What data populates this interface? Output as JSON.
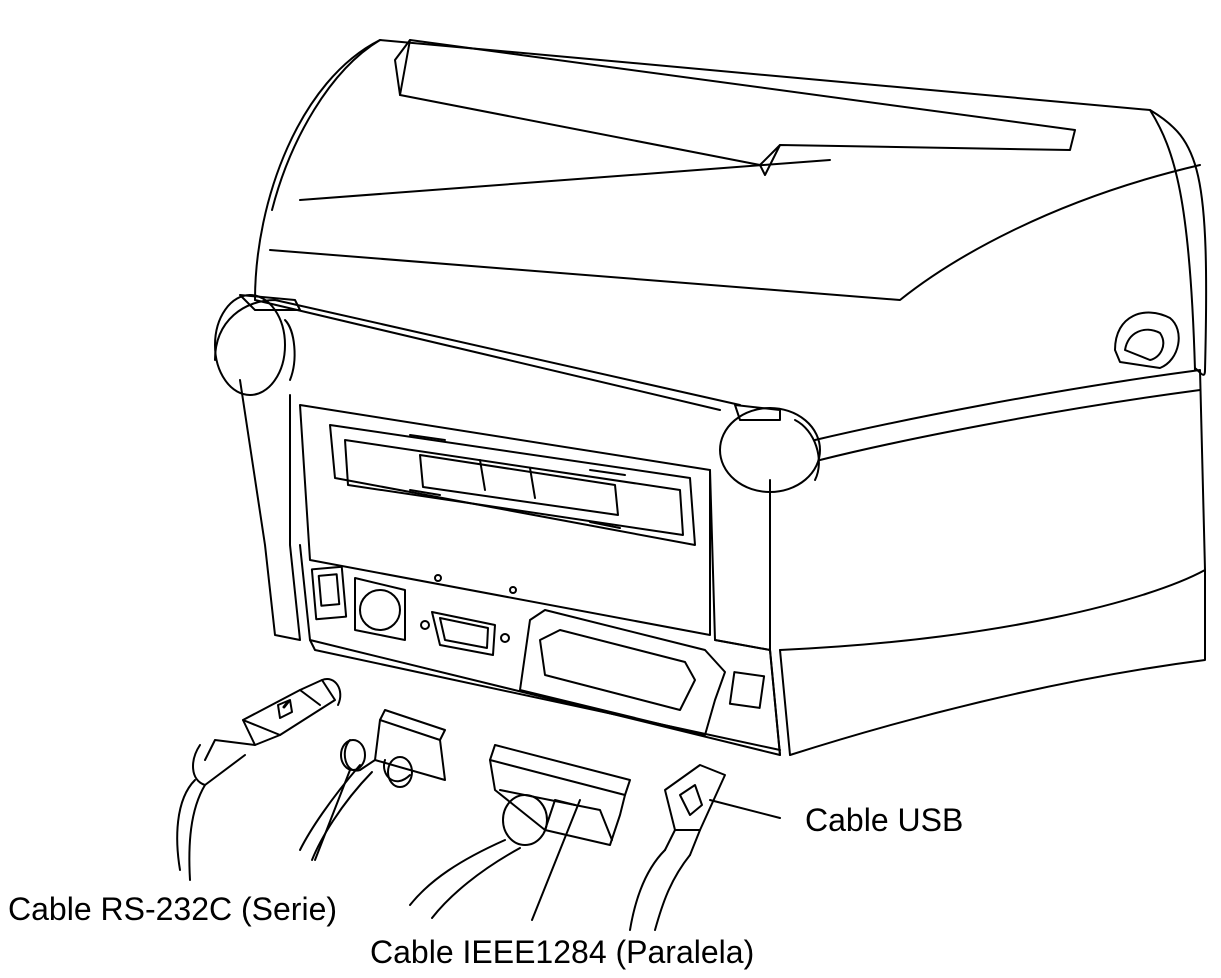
{
  "diagram": {
    "labels": {
      "rs232": "Cable RS-232C (Serie)",
      "ieee1284": "Cable IEEE1284 (Paralela)",
      "usb": "Cable USB"
    },
    "colors": {
      "line": "#000000",
      "background": "#ffffff"
    }
  }
}
